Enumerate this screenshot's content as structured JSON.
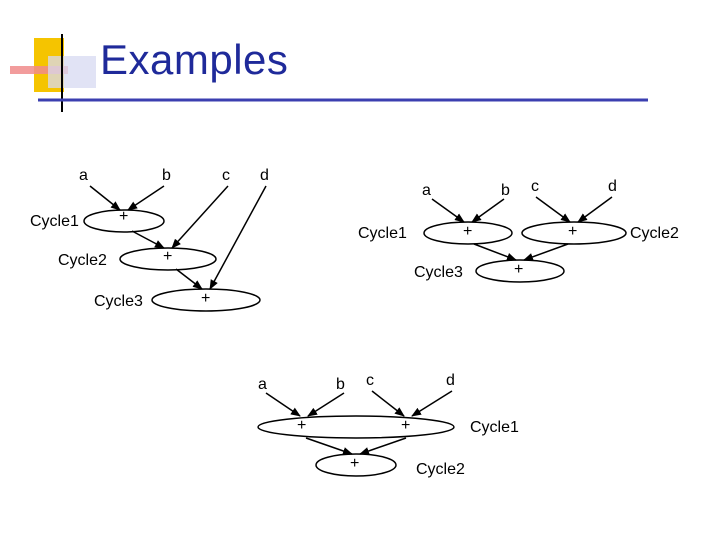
{
  "slide": {
    "title": "Examples"
  },
  "diagram1": {
    "inputs": [
      "a",
      "b",
      "c",
      "d"
    ],
    "cycles": [
      "Cycle1",
      "Cycle2",
      "Cycle3"
    ],
    "op": "+"
  },
  "diagram2": {
    "inputs": [
      "a",
      "b",
      "c",
      "d"
    ],
    "cycles": [
      "Cycle1",
      "Cycle2",
      "Cycle3"
    ],
    "op": "+"
  },
  "diagram3": {
    "inputs": [
      "a",
      "b",
      "c",
      "d"
    ],
    "cycles": [
      "Cycle1",
      "Cycle2"
    ],
    "op": "+"
  },
  "colors": {
    "title": "#1f2a9a",
    "logo_yellow": "#f5c400",
    "logo_pink": "#f08b8b",
    "logo_blue": "#3b3fb0",
    "ink": "#000000"
  }
}
